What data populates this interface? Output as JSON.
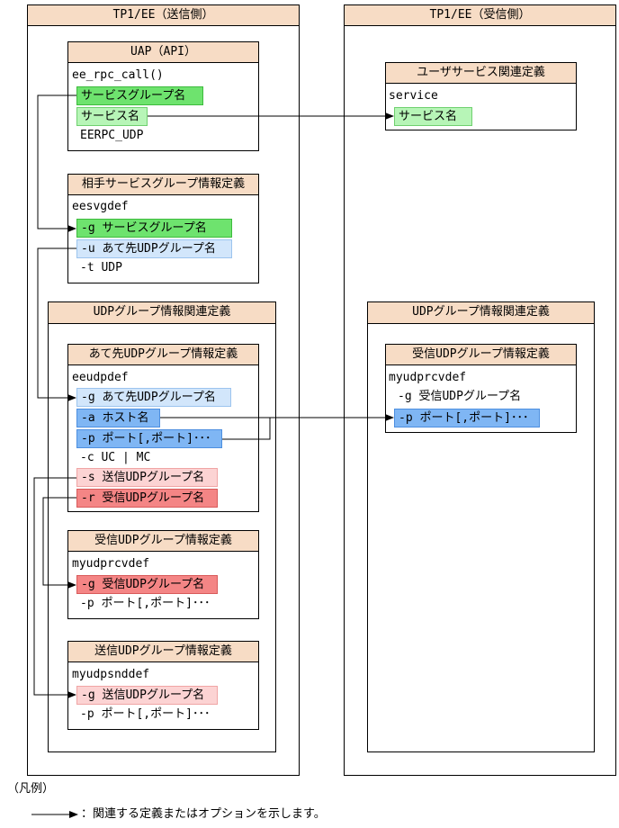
{
  "sender": {
    "title": "TP1/EE（送信側）",
    "uap": {
      "title": "UAP（API）",
      "call": "ee_rpc_call()",
      "service_group": "サービスグループ名",
      "service_name": "サービス名",
      "eerpc_udp": "EERPC_UDP"
    },
    "peer_def": {
      "title": "相手サービスグループ情報定義",
      "command": "eesvgdef",
      "opt_g": "-g サービスグループ名",
      "opt_u": "-u あて先UDPグループ名",
      "opt_t": "-t UDP"
    },
    "udp_related": {
      "title": "UDPグループ情報関連定義",
      "dest_def": {
        "title": "あて先UDPグループ情報定義",
        "command": "eeudpdef",
        "opt_g": "-g あて先UDPグループ名",
        "opt_a": "-a ホスト名",
        "opt_p": "-p ポート[,ポート]･･･",
        "opt_c": "-c UC | MC",
        "opt_s": "-s 送信UDPグループ名",
        "opt_r": "-r 受信UDPグループ名"
      },
      "recv_def": {
        "title": "受信UDPグループ情報定義",
        "command": "myudprcvdef",
        "opt_g": "-g 受信UDPグループ名",
        "opt_p": "-p ポート[,ポート]･･･"
      },
      "send_def": {
        "title": "送信UDPグループ情報定義",
        "command": "myudpsnddef",
        "opt_g": "-g 送信UDPグループ名",
        "opt_p": "-p ポート[,ポート]･･･"
      }
    }
  },
  "receiver": {
    "title": "TP1/EE（受信側）",
    "user_service": {
      "title": "ユーザサービス関連定義",
      "command": "service",
      "service_name": "サービス名"
    },
    "udp_related": {
      "title": "UDPグループ情報関連定義",
      "recv_def": {
        "title": "受信UDPグループ情報定義",
        "command": "myudprcvdef",
        "opt_g": "-g 受信UDPグループ名",
        "opt_p": "-p ポート[,ポート]･･･"
      }
    }
  },
  "legend": {
    "title": "（凡例）",
    "arrow_text": "：関連する定義またはオプションを示します。"
  },
  "colors": {
    "header_fill": "#f7dcc5",
    "service_group_green": "#6ee36e",
    "service_name_green": "#b7f5b7",
    "dest_group_blue": "#d2e6fb",
    "host_port_blue": "#7fb6f4",
    "send_group_pink": "#fcd3d3",
    "recv_group_red": "#f48585"
  }
}
